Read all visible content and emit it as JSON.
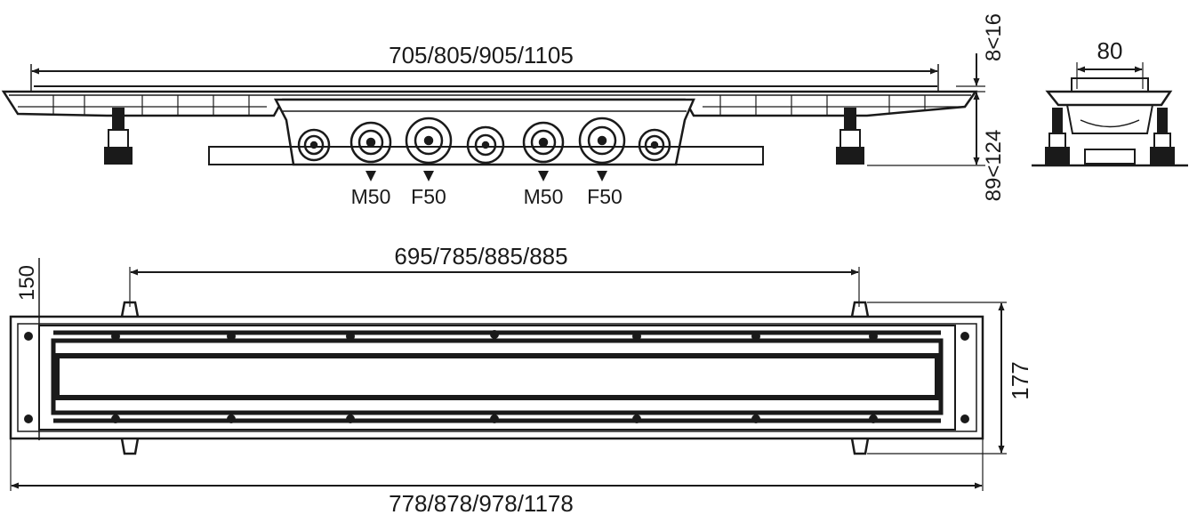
{
  "side_view": {
    "length_dim": "705/805/905/1105",
    "top_dim": "8<16",
    "height_dim": "89<124",
    "outlets": [
      "M50",
      "F50",
      "M50",
      "F50"
    ]
  },
  "end_view": {
    "width_dim": "80"
  },
  "plan_view": {
    "inner_dim": "695/785/885/885",
    "width_dim": "150",
    "overall_width_dim": "177",
    "overall_length_dim": "778/878/978/1178"
  }
}
